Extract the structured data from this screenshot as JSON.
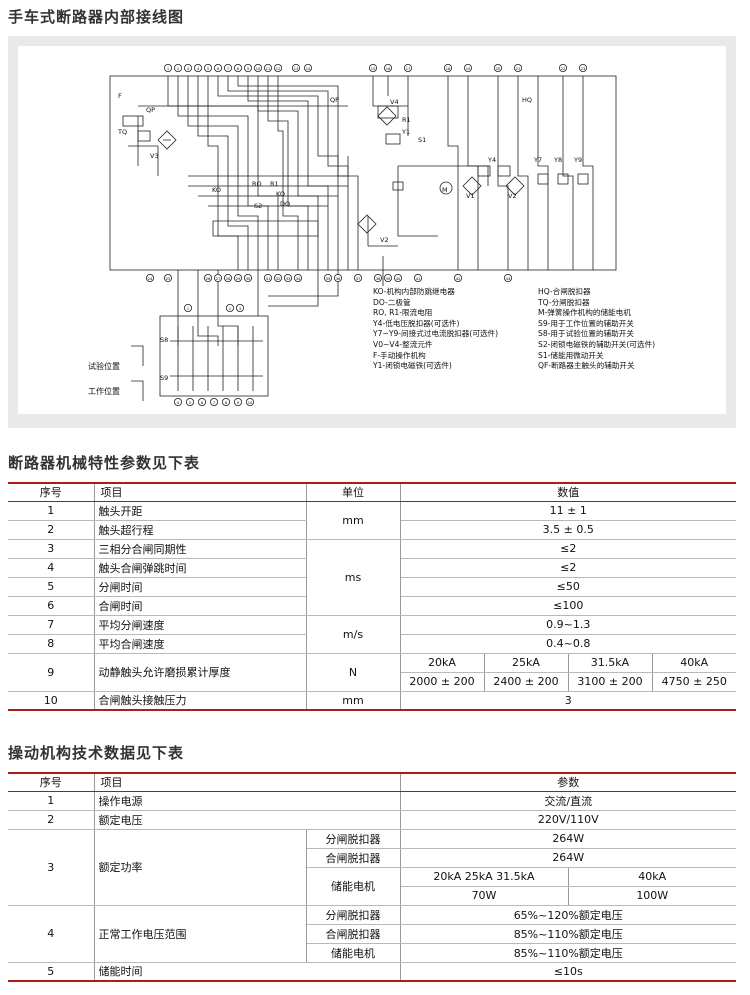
{
  "diagram": {
    "title": "手车式断路器内部接线图",
    "top_terminals": [
      "1",
      "2",
      "3",
      "4",
      "5",
      "6",
      "7",
      "8",
      "9",
      "10",
      "11",
      "12",
      "13",
      "14",
      "15",
      "16",
      "17",
      "18",
      "19",
      "20",
      "21",
      "22",
      "23"
    ],
    "bottom_terminals": [
      "24",
      "25",
      "26",
      "27",
      "28",
      "29",
      "30",
      "31",
      "32",
      "33",
      "34",
      "35",
      "36",
      "37",
      "38",
      "39",
      "40",
      "41",
      "42",
      "43"
    ],
    "labels": [
      "QP",
      "TQ",
      "V3",
      "KO",
      "RO",
      "R1",
      "KO",
      "DO",
      "S2",
      "V2",
      "V4",
      "R1",
      "Y1",
      "S1",
      "M",
      "V1",
      "Y4",
      "V2",
      "Y7",
      "Y8",
      "Y9",
      "QP",
      "S8",
      "S9",
      "HQ",
      "F"
    ],
    "legend_left": [
      "KO-机构内部防跳继电器",
      "DO-二极管",
      "RO, R1-限流电阻",
      "Y4-低电压脱扣器(可选件)",
      "Y7~Y9-间接式过电流脱扣器(可选件)",
      "V0~V4-整流元件",
      "F-手动操作机构",
      "Y1-闭锁电磁铁(可选件)"
    ],
    "legend_right": [
      "HQ-合闸脱扣器",
      "TQ-分闸脱扣器",
      "M-弹簧操作机构的储能电机",
      "S9-用于工作位置的辅助开关",
      "S8-用于试验位置的辅助开关",
      "S2-闭锁电磁铁的辅助开关(可选件)",
      "S1-储能用微动开关",
      "QF-断路器主触头的辅助开关"
    ],
    "test_position": "试验位置",
    "work_position": "工作位置"
  },
  "mech_table": {
    "title": "断路器机械特性参数见下表",
    "headers": [
      "序号",
      "项目",
      "单位",
      "数值"
    ],
    "rows": [
      {
        "no": "1",
        "item": "触头开距",
        "unit": "mm",
        "value": "11 ± 1"
      },
      {
        "no": "2",
        "item": "触头超行程",
        "unit": "",
        "value": "3.5 ± 0.5"
      },
      {
        "no": "3",
        "item": "三相分合闸同期性",
        "unit": "ms",
        "value": "≤2"
      },
      {
        "no": "4",
        "item": "触头合闸弹跳时间",
        "unit": "",
        "value": "≤2"
      },
      {
        "no": "5",
        "item": "分闸时间",
        "unit": "",
        "value": "≤50"
      },
      {
        "no": "6",
        "item": "合闸时间",
        "unit": "",
        "value": "≤100"
      },
      {
        "no": "7",
        "item": "平均分闸速度",
        "unit": "m/s",
        "value": "0.9~1.3"
      },
      {
        "no": "8",
        "item": "平均合闸速度",
        "unit": "",
        "value": "0.4~0.8"
      }
    ],
    "row9": {
      "no": "9",
      "item": "动静触头允许磨损累计厚度",
      "unit": "N",
      "ratings": [
        "20kA",
        "25kA",
        "31.5kA",
        "40kA"
      ],
      "values": [
        "2000 ± 200",
        "2400 ± 200",
        "3100 ± 200",
        "4750 ± 250"
      ]
    },
    "row10": {
      "no": "10",
      "item": "合闸触头接触压力",
      "unit": "mm",
      "value": "3"
    }
  },
  "op_table": {
    "title": "操动机构技术数据见下表",
    "headers": [
      "序号",
      "项目",
      "参数"
    ],
    "r1": {
      "no": "1",
      "item": "操作电源",
      "value": "交流/直流"
    },
    "r2": {
      "no": "2",
      "item": "额定电压",
      "value": "220V/110V"
    },
    "r3": {
      "no": "3",
      "item": "额定功率",
      "open_label": "分闸脱扣器",
      "open_value": "264W",
      "close_label": "合闸脱扣器",
      "close_value": "264W",
      "motor_label": "储能电机",
      "motor_h1": "20kA 25kA 31.5kA",
      "motor_h2": "40kA",
      "motor_v1": "70W",
      "motor_v2": "100W"
    },
    "r4": {
      "no": "4",
      "item": "正常工作电压范围",
      "open_label": "分闸脱扣器",
      "open_value": "65%~120%额定电压",
      "close_label": "合闸脱扣器",
      "close_value": "85%~110%额定电压",
      "motor_label": "储能电机",
      "motor_value": "85%~110%额定电压"
    },
    "r5": {
      "no": "5",
      "item": "储能时间",
      "value": "≤10s"
    }
  }
}
